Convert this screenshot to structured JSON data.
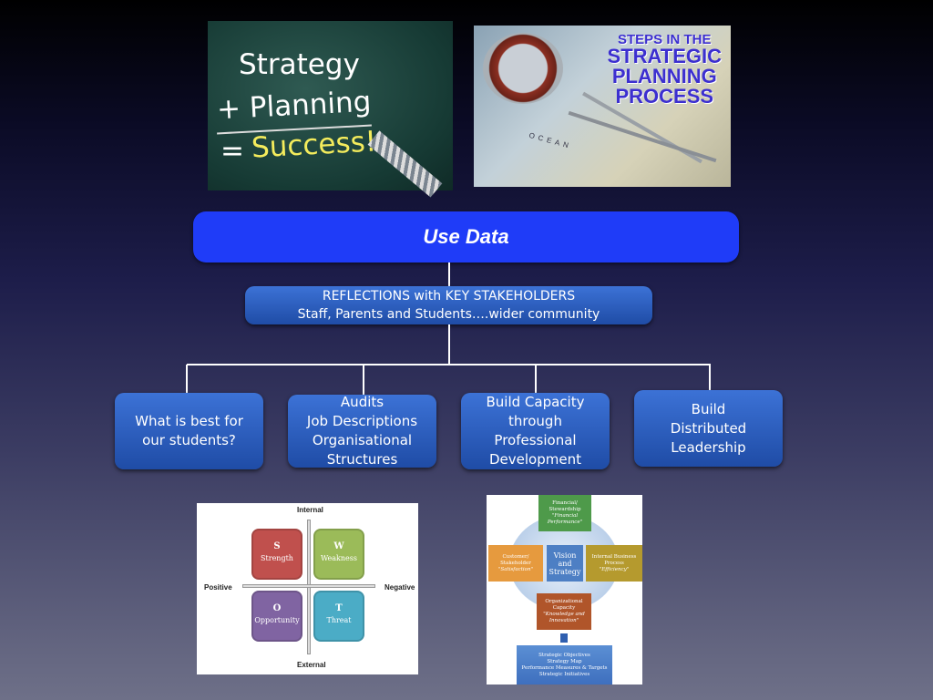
{
  "images": {
    "chalkboard": {
      "line1": "Strategy",
      "line2": "+ Planning",
      "line3_prefix": "=",
      "line3": "Success!"
    },
    "map": {
      "title_line1": "Steps in the",
      "title_line2": "Strategic",
      "title_line3": "Planning",
      "title_line4": "Process",
      "ocean_label": "OCEAN"
    }
  },
  "diagram": {
    "top": "Use Data",
    "reflections": {
      "line1": "REFLECTIONS with KEY STAKEHOLDERS",
      "line2": "Staff, Parents and Students….wider community"
    },
    "branches": [
      {
        "lines": [
          "What is best for",
          "our students?"
        ]
      },
      {
        "lines": [
          "Audits",
          "Job Descriptions",
          "Organisational",
          "Structures"
        ]
      },
      {
        "lines": [
          "Build Capacity",
          "through",
          "Professional",
          "Development"
        ]
      },
      {
        "lines": [
          "Build",
          "Distributed",
          "Leadership"
        ]
      }
    ]
  },
  "swot": {
    "axis_top": "Internal",
    "axis_bottom": "External",
    "axis_left": "Positive",
    "axis_right": "Negative",
    "quadrants": [
      {
        "letter": "S",
        "label": "Strength",
        "color": "#c0504d"
      },
      {
        "letter": "W",
        "label": "Weakness",
        "color": "#9bbb59"
      },
      {
        "letter": "O",
        "label": "Opportunity",
        "color": "#8064a2"
      },
      {
        "letter": "T",
        "label": "Threat",
        "color": "#4bacc6"
      }
    ]
  },
  "scorecard": {
    "financial": {
      "title1": "Financial/",
      "title2": "Stewardship",
      "sub": "\"Financial Performance\""
    },
    "customer": {
      "title1": "Customer/",
      "title2": "Stakeholder",
      "sub": "\"Satisfaction\""
    },
    "center": {
      "l1": "Vision",
      "l2": "and",
      "l3": "Strategy"
    },
    "internal": {
      "title1": "Internal Business",
      "title2": "Process",
      "sub": "\"Efficiency\""
    },
    "org": {
      "title1": "Organizational",
      "title2": "Capacity",
      "sub": "\"Knowledge and Innovation\""
    },
    "bottom": [
      "Strategic Objectives",
      "Strategy Map",
      "Performance Measures & Targets",
      "Strategic Initiatives"
    ]
  }
}
